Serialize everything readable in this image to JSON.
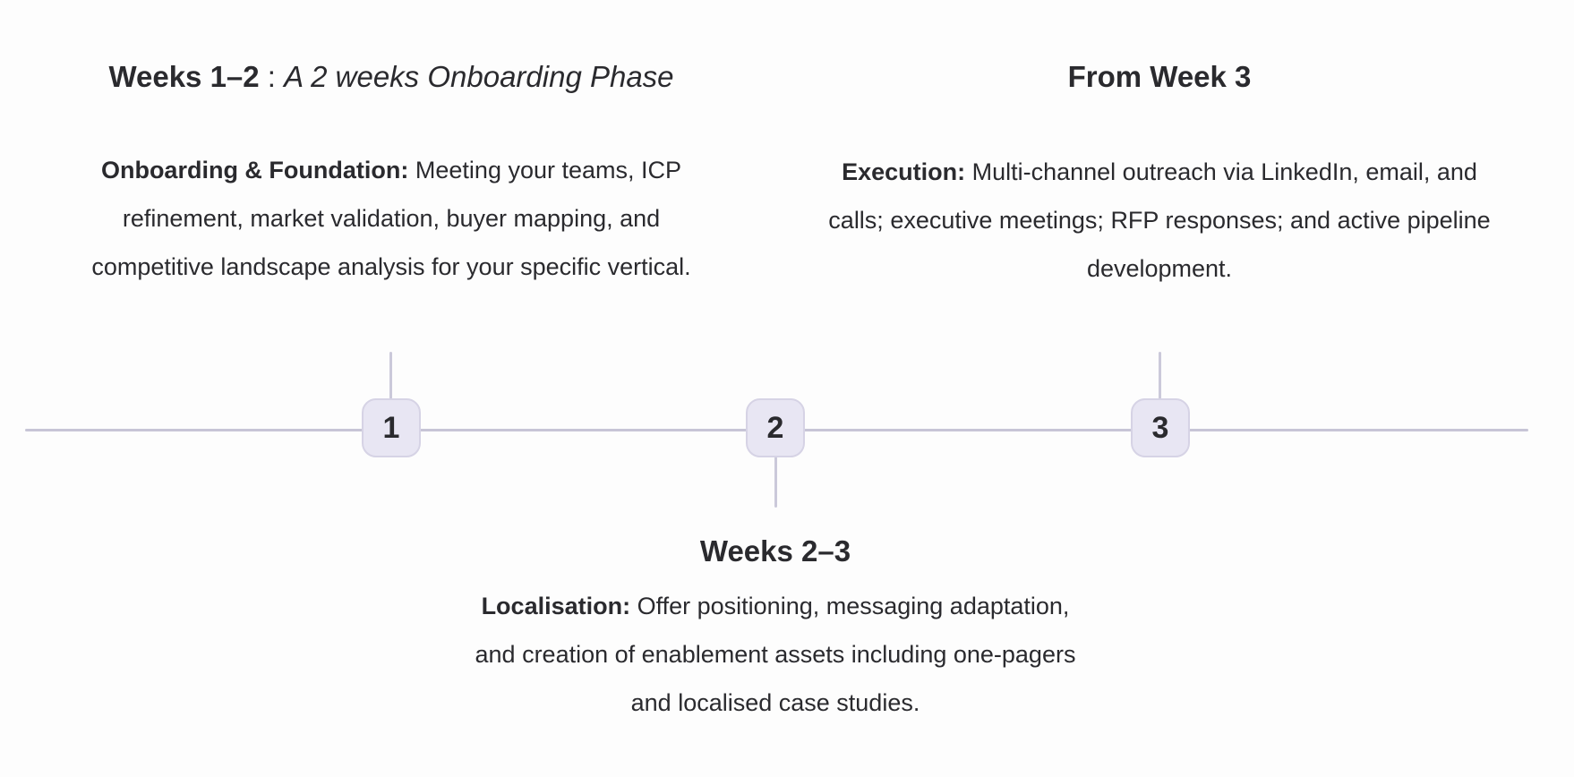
{
  "colors": {
    "background": "#fdfdfd",
    "text": "#2a2a2e",
    "line": "#c7c5d6",
    "connector": "#cbc9da",
    "marker_bg": "#e8e6f3",
    "marker_border": "#d6d3e5"
  },
  "timeline": {
    "milestones": [
      {
        "number": "1",
        "title_bold": "Weeks 1–2",
        "title_sep": " : ",
        "title_italic": "A 2 weeks Onboarding Phase",
        "lead": "Onboarding & Foundation:",
        "body": "Meeting your teams, ICP refinement, market validation, buyer mapping, and competitive landscape analysis for your specific vertical.",
        "label_position": "top"
      },
      {
        "number": "2",
        "title_bold": "Weeks 2–3",
        "lead": "Localisation:",
        "body": "Offer positioning, messaging adaptation, and creation of enablement assets including one-pagers and localised case studies.",
        "label_position": "bottom"
      },
      {
        "number": "3",
        "title_bold": "From Week 3",
        "lead": "Execution:",
        "body": "Multi-channel outreach via LinkedIn, email, and calls; executive meetings; RFP responses; and active pipeline development.",
        "label_position": "top"
      }
    ]
  }
}
